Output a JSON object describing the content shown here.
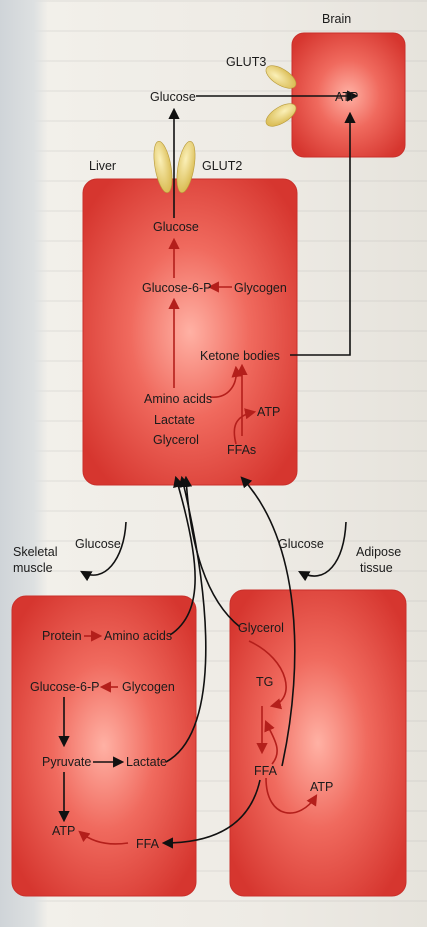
{
  "colors": {
    "organ_fill": "#e4473f",
    "organ_light": "#ffb1a4",
    "organ_dark": "#c9302b",
    "transporter": "#ead27a",
    "arrow_black": "#111111",
    "arrow_red": "#b41f1b"
  },
  "brain": {
    "title": "Brain",
    "transporter": "GLUT3",
    "glucose": "Glucose",
    "atp": "ATP"
  },
  "liver": {
    "title": "Liver",
    "transporter": "GLUT2",
    "glucose": "Glucose",
    "glucose6p": "Glucose-6-P",
    "glycogen": "Glycogen",
    "ketone_bodies": "Ketone bodies",
    "amino_acids": "Amino acids",
    "lactate": "Lactate",
    "glycerol": "Glycerol",
    "atp": "ATP",
    "ffas": "FFAs"
  },
  "skeletal_muscle": {
    "title_line1": "Skeletal",
    "title_line2": "muscle",
    "glucose_in": "Glucose",
    "protein": "Protein",
    "amino_acids": "Amino acids",
    "glucose6p": "Glucose-6-P",
    "glycogen": "Glycogen",
    "pyruvate": "Pyruvate",
    "lactate": "Lactate",
    "atp": "ATP",
    "ffa": "FFA"
  },
  "adipose": {
    "title_line1": "Adipose",
    "title_line2": "tissue",
    "glucose_in": "Glucose",
    "glycerol": "Glycerol",
    "tg": "TG",
    "ffa": "FFA",
    "atp": "ATP"
  }
}
